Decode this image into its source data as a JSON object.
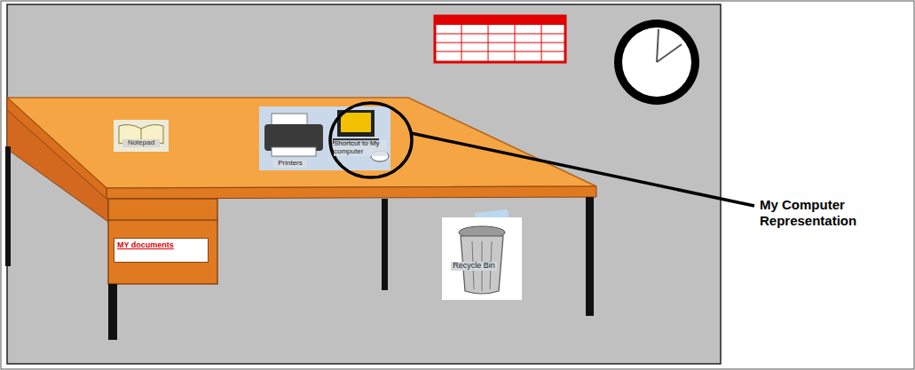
{
  "diagram": {
    "nodes": [
      {
        "text": [
          "Notepad"
        ]
      },
      {
        "text": [
          "Printers"
        ]
      },
      {
        "text": [
          "Shortcut to My computer"
        ]
      },
      {
        "text": [
          "MY documents"
        ]
      },
      {
        "text": [
          "Recycle Bin"
        ]
      }
    ],
    "labels": [
      "My Computer Representation"
    ]
  }
}
